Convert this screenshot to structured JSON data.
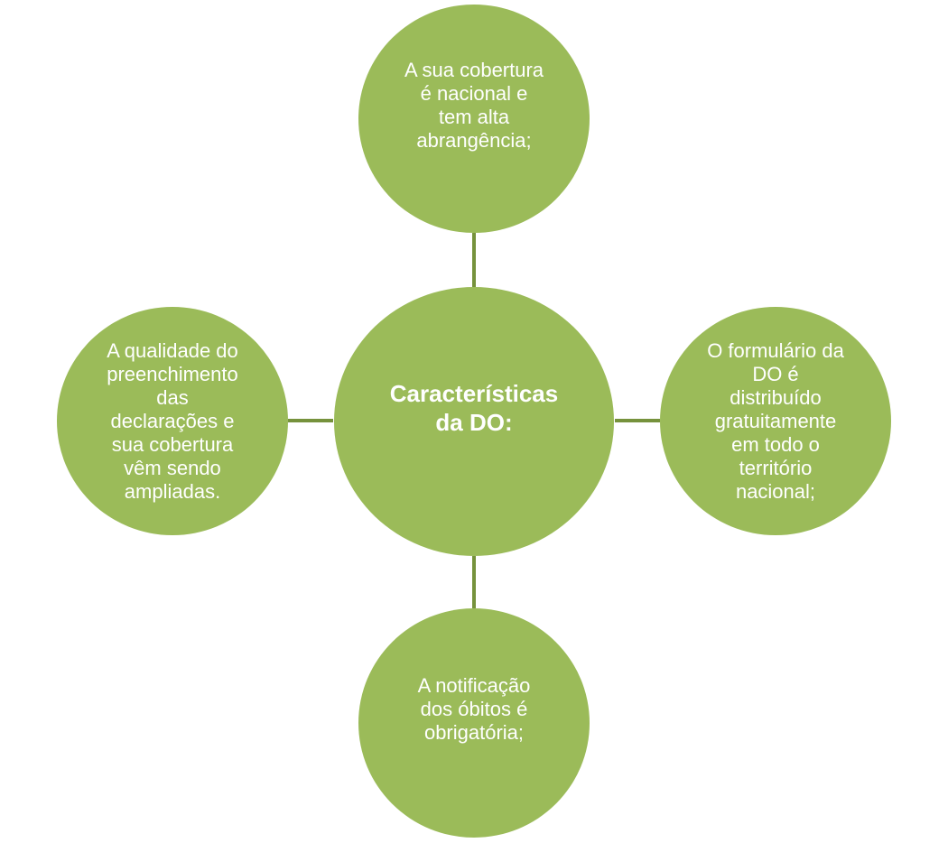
{
  "diagram": {
    "center": {
      "label": "Características\nda DO:"
    },
    "nodes": {
      "top": "A sua cobertura\né nacional e\ntem alta\nabrangência;",
      "right": "O formulário da\nDO é\ndistribuído\ngratuitamente\nem todo o\nterritório\nnacional;",
      "bottom": "A notificação\ndos óbitos é\nobrigatória;",
      "left": "A qualidade do\npreenchimento\ndas\ndeclarações e\nsua cobertura\nvêm sendo\nampliadas."
    },
    "colors": {
      "node_fill": "#9bbb59",
      "connector": "#76923c",
      "text": "#ffffff"
    }
  }
}
